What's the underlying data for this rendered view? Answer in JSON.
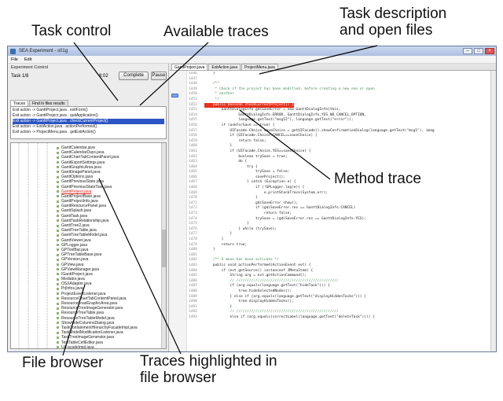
{
  "callouts": {
    "task_control": "Task control",
    "available_traces": "Available traces",
    "task_description_l1": "Task description",
    "task_description_l2": "and open files",
    "method_trace": "Method trace",
    "file_browser": "File browser",
    "traces_highlighted_l1": "Traces highlighted in",
    "traces_highlighted_l2": "file browser"
  },
  "window": {
    "title": "SEA Experiment - s01g",
    "menu": [
      "File",
      "Edit"
    ]
  },
  "task_control": {
    "heading": "Experiment Control",
    "task_label": "Task 1/8",
    "timer": "8:02",
    "complete_button": "Complete",
    "pause_button": "Pause"
  },
  "left_tabs": [
    "Traces",
    "Find in files results"
  ],
  "traces": [
    {
      "text": "Exit action -> GanttProject.java . exitForm()",
      "selected": false
    },
    {
      "text": "Exit action -> GanttProject.java . quitApplication()",
      "selected": false
    },
    {
      "text": "Exit action -> GanttProject.java . checkCurrentProject()",
      "selected": true
    },
    {
      "text": "Exit action -> ExitAction.java . actionPerformed()",
      "selected": false
    },
    {
      "text": "Exit action -> ProjectMenu.java . getExitAction()",
      "selected": false
    }
  ],
  "files": [
    {
      "name": "GanttCalendar.java",
      "hl": false
    },
    {
      "name": "GanttCalendarDays.java",
      "hl": false
    },
    {
      "name": "GanttChartTabContentPanel.java",
      "hl": false
    },
    {
      "name": "GanttExportSettings.java",
      "hl": false
    },
    {
      "name": "GanttGraphicArea.java",
      "hl": false
    },
    {
      "name": "GanttImagePanel.java",
      "hl": false
    },
    {
      "name": "GanttOptions.java",
      "hl": false
    },
    {
      "name": "GanttPreviousState.java",
      "hl": false
    },
    {
      "name": "GanttPreviousStateTask.java",
      "hl": false
    },
    {
      "name": "GanttProject.java",
      "hl": true
    },
    {
      "name": "GanttProjectBase.java",
      "hl": false
    },
    {
      "name": "GanttProjectInfo.java",
      "hl": false
    },
    {
      "name": "GanttResourcePanel.java",
      "hl": false
    },
    {
      "name": "GanttSplash.java",
      "hl": false
    },
    {
      "name": "GanttTask.java",
      "hl": false
    },
    {
      "name": "GanttTaskRelationship.java",
      "hl": false
    },
    {
      "name": "GanttTree2.java",
      "hl": false
    },
    {
      "name": "GanttTreeTable.java",
      "hl": false
    },
    {
      "name": "GanttTreeTableModel.java",
      "hl": false
    },
    {
      "name": "GanttViewer.java",
      "hl": false
    },
    {
      "name": "GPLogger.java",
      "hl": false
    },
    {
      "name": "GPToolBar.java",
      "hl": false
    },
    {
      "name": "GPTreeTableBase.java",
      "hl": false
    },
    {
      "name": "GPVersion.java",
      "hl": false
    },
    {
      "name": "GPView.java",
      "hl": false
    },
    {
      "name": "GPViewManager.java",
      "hl": false
    },
    {
      "name": "IGanttProject.java",
      "hl": false
    },
    {
      "name": "Mediator.java",
      "hl": false
    },
    {
      "name": "OSXAdapter.java",
      "hl": false
    },
    {
      "name": "PrjInfos.java",
      "hl": false
    },
    {
      "name": "ProjectEventListener.java",
      "hl": false
    },
    {
      "name": "ResourceChartTabContentPanel.java",
      "hl": false
    },
    {
      "name": "ResourceLoadGraphicArea.java",
      "hl": false
    },
    {
      "name": "ResourceTreeImageGenerator.java",
      "hl": false
    },
    {
      "name": "ResourceTreeTable.java",
      "hl": false
    },
    {
      "name": "ResourceTreeTableModel.java",
      "hl": false
    },
    {
      "name": "ShowHideColumnsDialog.java",
      "hl": false
    },
    {
      "name": "TaskContainmentHierarchyFacadeImpl.java",
      "hl": false
    },
    {
      "name": "TaskModelModificationListener.java",
      "hl": false
    },
    {
      "name": "TaskTreeImageGenerator.java",
      "hl": false
    },
    {
      "name": "TestTableCellEditor.java",
      "hl": false
    },
    {
      "name": "UIFacadeImpl.java",
      "hl": false
    }
  ],
  "editor_tabs": [
    {
      "label": "GanttProject.java",
      "active": true
    },
    {
      "label": "ExitAction.java",
      "active": false
    },
    {
      "label": "ProjectMenu.java",
      "active": false
    }
  ],
  "code_lines": [
    {
      "n": "1446",
      "t": "    }",
      "c": ""
    },
    {
      "n": "1447",
      "t": "",
      "c": ""
    },
    {
      "n": "1448",
      "t": "    /**",
      "c": "cm"
    },
    {
      "n": "1449",
      "t": "     * Check if the project has been modified, before creating a new one or open",
      "c": "cm"
    },
    {
      "n": "1450",
      "t": "     * another",
      "c": "cm"
    },
    {
      "n": "1451",
      "t": "     */",
      "c": "cm"
    },
    {
      "n": "1452",
      "t": "    public boolean checkCurrentProject() {",
      "c": "hl"
    },
    {
      "n": "1453",
      "t": "        GanttDialogInfo gdiSaveError = new GanttDialogInfo(this,",
      "c": ""
    },
    {
      "n": "1454",
      "t": "                GanttDialogInfo.ERROR, GanttDialogInfo.YES_NO_CANCEL_OPTION,",
      "c": ""
    },
    {
      "n": "1455",
      "t": "                language.getText(\"msg12\"), language.getText(\"error\"));",
      "c": ""
    },
    {
      "n": "1456",
      "t": "        if (askForSave == true) {",
      "c": ""
    },
    {
      "n": "1457",
      "t": "            UIFacade.Choice saveChoice = getUIFacade().showConfirmationDialog(language.getText(\"msg1\"), imag",
      "c": ""
    },
    {
      "n": "1458",
      "t": "            if (UIFacade.Choice.CANCEL==saveChoice) {",
      "c": ""
    },
    {
      "n": "1459",
      "t": "                return false;",
      "c": ""
    },
    {
      "n": "1460",
      "t": "            }",
      "c": ""
    },
    {
      "n": "1461",
      "t": "            if (UIFacade.Choice.YES==saveChoice) {",
      "c": ""
    },
    {
      "n": "1462",
      "t": "                boolean trySave = true;",
      "c": ""
    },
    {
      "n": "1463",
      "t": "                do {",
      "c": ""
    },
    {
      "n": "1464",
      "t": "                    try {",
      "c": ""
    },
    {
      "n": "1465",
      "t": "                        trySave = false;",
      "c": ""
    },
    {
      "n": "1466",
      "t": "                        saveProject();",
      "c": ""
    },
    {
      "n": "1467",
      "t": "                    } catch (Exception e) {",
      "c": ""
    },
    {
      "n": "1468",
      "t": "                        if (!GPLogger.log(e)) {",
      "c": ""
    },
    {
      "n": "1469",
      "t": "                            e.printStackTrace(System.err);",
      "c": ""
    },
    {
      "n": "1470",
      "t": "                        }",
      "c": ""
    },
    {
      "n": "1471",
      "t": "                        gdiSaveError.show();",
      "c": ""
    },
    {
      "n": "1472",
      "t": "                        if (gdiSaveError.res == GanttDialogInfo.CANCEL)",
      "c": ""
    },
    {
      "n": "1473",
      "t": "                            return false;",
      "c": ""
    },
    {
      "n": "1474",
      "t": "                        trySave = (gdiSaveError.res == GanttDialogInfo.YES);",
      "c": ""
    },
    {
      "n": "1475",
      "t": "                    }",
      "c": ""
    },
    {
      "n": "1476",
      "t": "                } while (trySave);",
      "c": ""
    },
    {
      "n": "1477",
      "t": "            }",
      "c": ""
    },
    {
      "n": "1478",
      "t": "        }",
      "c": ""
    },
    {
      "n": "1479",
      "t": "        return true;",
      "c": ""
    },
    {
      "n": "1480",
      "t": "    }",
      "c": ""
    },
    {
      "n": "1481",
      "t": "",
      "c": ""
    },
    {
      "n": "1482",
      "t": "    /** A menu has been activate */",
      "c": "cm"
    },
    {
      "n": "1483",
      "t": "    public void actionPerformed(ActionEvent evt) {",
      "c": ""
    },
    {
      "n": "1484",
      "t": "        if (evt.getSource() instanceof JMenuItem) {",
      "c": ""
    },
    {
      "n": "1485",
      "t": "            String arg = evt.getActionCommand();",
      "c": ""
    },
    {
      "n": "1486",
      "t": "            // ////////////////////////////////////////////////",
      "c": "cm"
    },
    {
      "n": "1487",
      "t": "            if (arg.equals(language.getText(\"hideTask\"))) {",
      "c": ""
    },
    {
      "n": "1488",
      "t": "                tree.hideSelectedNodes();",
      "c": ""
    },
    {
      "n": "1489",
      "t": "            } else if (arg.equals(language.getText(\"displayHiddenTasks\"))) {",
      "c": ""
    },
    {
      "n": "1490",
      "t": "                tree.displayHiddenTasks();",
      "c": ""
    },
    {
      "n": "1491",
      "t": "            }",
      "c": ""
    },
    {
      "n": "1492",
      "t": "            // ////////////////////////////////////////////////",
      "c": "cm"
    },
    {
      "n": "1493",
      "t": "            else if (arg.equals(correctLabel(language.getText(\"deleteTask\")))) {",
      "c": ""
    }
  ]
}
